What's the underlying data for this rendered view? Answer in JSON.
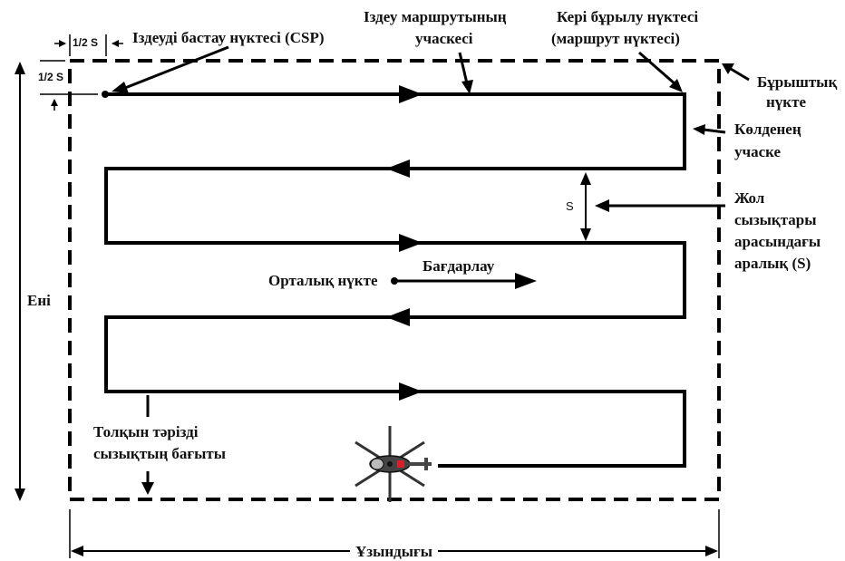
{
  "labels": {
    "csp": "Іздеуді бастау нүктесі (CSP)",
    "search_leg_1": "Іздеу маршрутының",
    "search_leg_2": "учаскесі",
    "turn_point_1": "Кері бұрылу нүктесі",
    "turn_point_2": "(маршрут нүктесі)",
    "corner_point_1": "Бұрыштық",
    "corner_point_2": "нүкте",
    "cross_leg_1": "Көлденең",
    "cross_leg_2": "учаске",
    "track_spacing_1": "Жол",
    "track_spacing_2": "сызықтары",
    "track_spacing_3": "арасындағы",
    "track_spacing_4": "аралық (S)",
    "center_point": "Орталық нүкте",
    "orientation": "Бағдарлау",
    "width": "Ені",
    "length": "Ұзындығы",
    "creep_direction_1": "Толқын тәрізді",
    "creep_direction_2": "сызықтың бағыты",
    "half_s_top": "1/2 S",
    "half_s_left": "1/2 S",
    "s": "S"
  },
  "colors": {
    "line": "#000000",
    "background": "#ffffff",
    "helicopter_accent": "#d2232a"
  },
  "icons": [
    "helicopter-icon"
  ]
}
